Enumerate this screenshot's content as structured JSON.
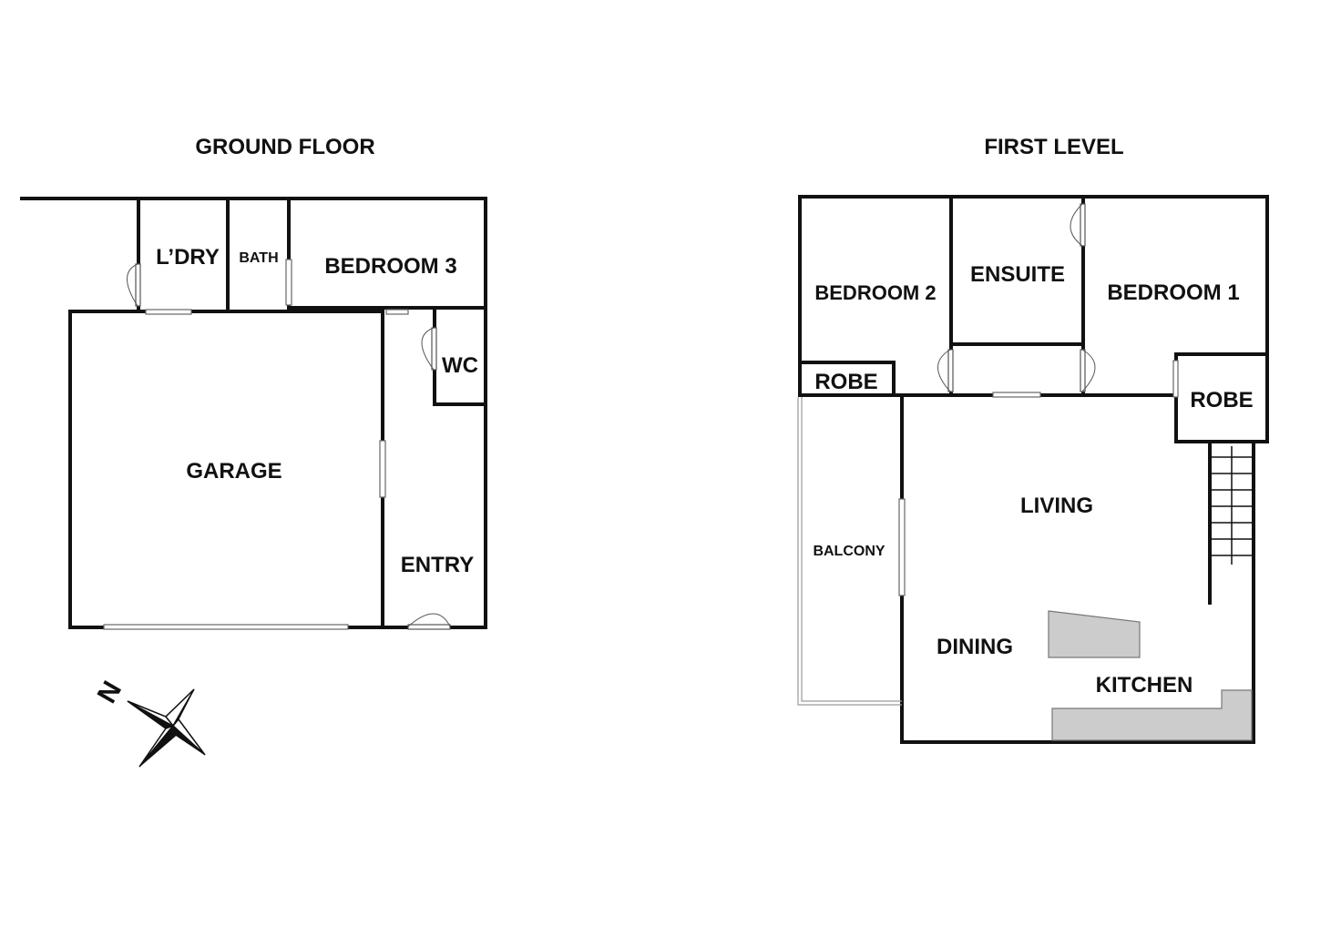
{
  "titles": {
    "ground_floor": "GROUND FLOOR",
    "first_level": "FIRST LEVEL"
  },
  "ground_floor": {
    "laundry": "L’DRY",
    "bath": "BATH",
    "bedroom3": "BEDROOM 3",
    "wc": "WC",
    "garage": "GARAGE",
    "entry": "ENTRY"
  },
  "first_level": {
    "bedroom2": "BEDROOM 2",
    "ensuite": "ENSUITE",
    "bedroom1": "BEDROOM 1",
    "robe_left": "ROBE",
    "robe_right": "ROBE",
    "living": "LIVING",
    "balcony": "BALCONY",
    "dining": "DINING",
    "kitchen": "KITCHEN"
  },
  "compass": {
    "north": "N"
  },
  "colors": {
    "wall": "#111111",
    "bench": "#cccccc",
    "background": "#ffffff"
  }
}
